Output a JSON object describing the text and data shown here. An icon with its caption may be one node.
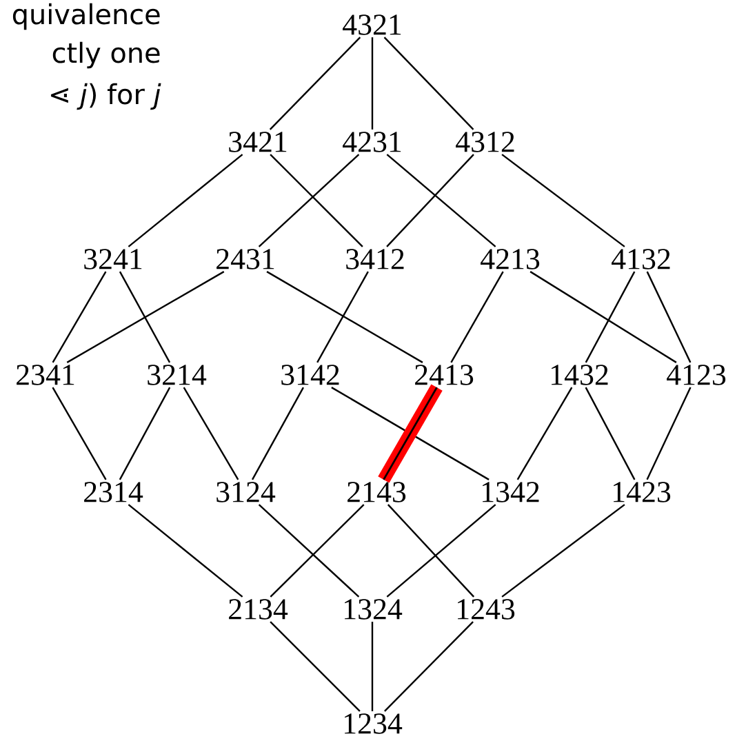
{
  "diagram": {
    "nodes": [
      {
        "text": [
          "4321"
        ]
      },
      {
        "text": [
          "3421"
        ]
      },
      {
        "text": [
          "4231"
        ]
      },
      {
        "text": [
          "4312"
        ]
      },
      {
        "text": [
          "3241"
        ]
      },
      {
        "text": [
          "2431"
        ]
      },
      {
        "text": [
          "3412"
        ]
      },
      {
        "text": [
          "4213"
        ]
      },
      {
        "text": [
          "4132"
        ]
      },
      {
        "text": [
          "2341"
        ]
      },
      {
        "text": [
          "3214"
        ]
      },
      {
        "text": [
          "3142"
        ]
      },
      {
        "text": [
          "2413"
        ]
      },
      {
        "text": [
          "1432"
        ]
      },
      {
        "text": [
          "4123"
        ]
      },
      {
        "text": [
          "2314"
        ]
      },
      {
        "text": [
          "3124"
        ]
      },
      {
        "text": [
          "2143"
        ]
      },
      {
        "text": [
          "1342"
        ]
      },
      {
        "text": [
          "1423"
        ]
      },
      {
        "text": [
          "2134"
        ]
      },
      {
        "text": [
          "1324"
        ]
      },
      {
        "text": [
          "1243"
        ]
      },
      {
        "text": [
          "1234"
        ]
      }
    ],
    "edges": [
      {
        "from": 0,
        "to": 1,
        "arrow": "none"
      },
      {
        "from": 0,
        "to": 2,
        "arrow": "none"
      },
      {
        "from": 0,
        "to": 3,
        "arrow": "none"
      },
      {
        "from": 1,
        "to": 4,
        "arrow": "none"
      },
      {
        "from": 1,
        "to": 6,
        "arrow": "none"
      },
      {
        "from": 2,
        "to": 5,
        "arrow": "none"
      },
      {
        "from": 2,
        "to": 7,
        "arrow": "none"
      },
      {
        "from": 3,
        "to": 6,
        "arrow": "none"
      },
      {
        "from": 3,
        "to": 8,
        "arrow": "none"
      },
      {
        "from": 4,
        "to": 9,
        "arrow": "none"
      },
      {
        "from": 4,
        "to": 10,
        "arrow": "none"
      },
      {
        "from": 5,
        "to": 9,
        "arrow": "none"
      },
      {
        "from": 5,
        "to": 12,
        "arrow": "none"
      },
      {
        "from": 6,
        "to": 11,
        "arrow": "none"
      },
      {
        "from": 7,
        "to": 12,
        "arrow": "none"
      },
      {
        "from": 7,
        "to": 14,
        "arrow": "none"
      },
      {
        "from": 8,
        "to": 13,
        "arrow": "none"
      },
      {
        "from": 8,
        "to": 14,
        "arrow": "none"
      },
      {
        "from": 9,
        "to": 15,
        "arrow": "none"
      },
      {
        "from": 10,
        "to": 15,
        "arrow": "none"
      },
      {
        "from": 10,
        "to": 16,
        "arrow": "none"
      },
      {
        "from": 11,
        "to": 16,
        "arrow": "none"
      },
      {
        "from": 11,
        "to": 18,
        "arrow": "none"
      },
      {
        "from": 12,
        "to": 17,
        "arrow": "none",
        "style": "thick",
        "color": "#ff0000"
      },
      {
        "from": 13,
        "to": 18,
        "arrow": "none"
      },
      {
        "from": 13,
        "to": 19,
        "arrow": "none"
      },
      {
        "from": 14,
        "to": 19,
        "arrow": "none"
      },
      {
        "from": 15,
        "to": 20,
        "arrow": "none"
      },
      {
        "from": 16,
        "to": 21,
        "arrow": "none"
      },
      {
        "from": 17,
        "to": 20,
        "arrow": "none"
      },
      {
        "from": 17,
        "to": 22,
        "arrow": "none"
      },
      {
        "from": 18,
        "to": 21,
        "arrow": "none"
      },
      {
        "from": 19,
        "to": 22,
        "arrow": "none"
      },
      {
        "from": 20,
        "to": 23,
        "arrow": "none"
      },
      {
        "from": 21,
        "to": 23,
        "arrow": "none"
      },
      {
        "from": 22,
        "to": 23,
        "arrow": "none"
      }
    ],
    "labels": [
      "quivalence",
      "ctly one",
      "⋖ *j*) for *j*"
    ]
  }
}
